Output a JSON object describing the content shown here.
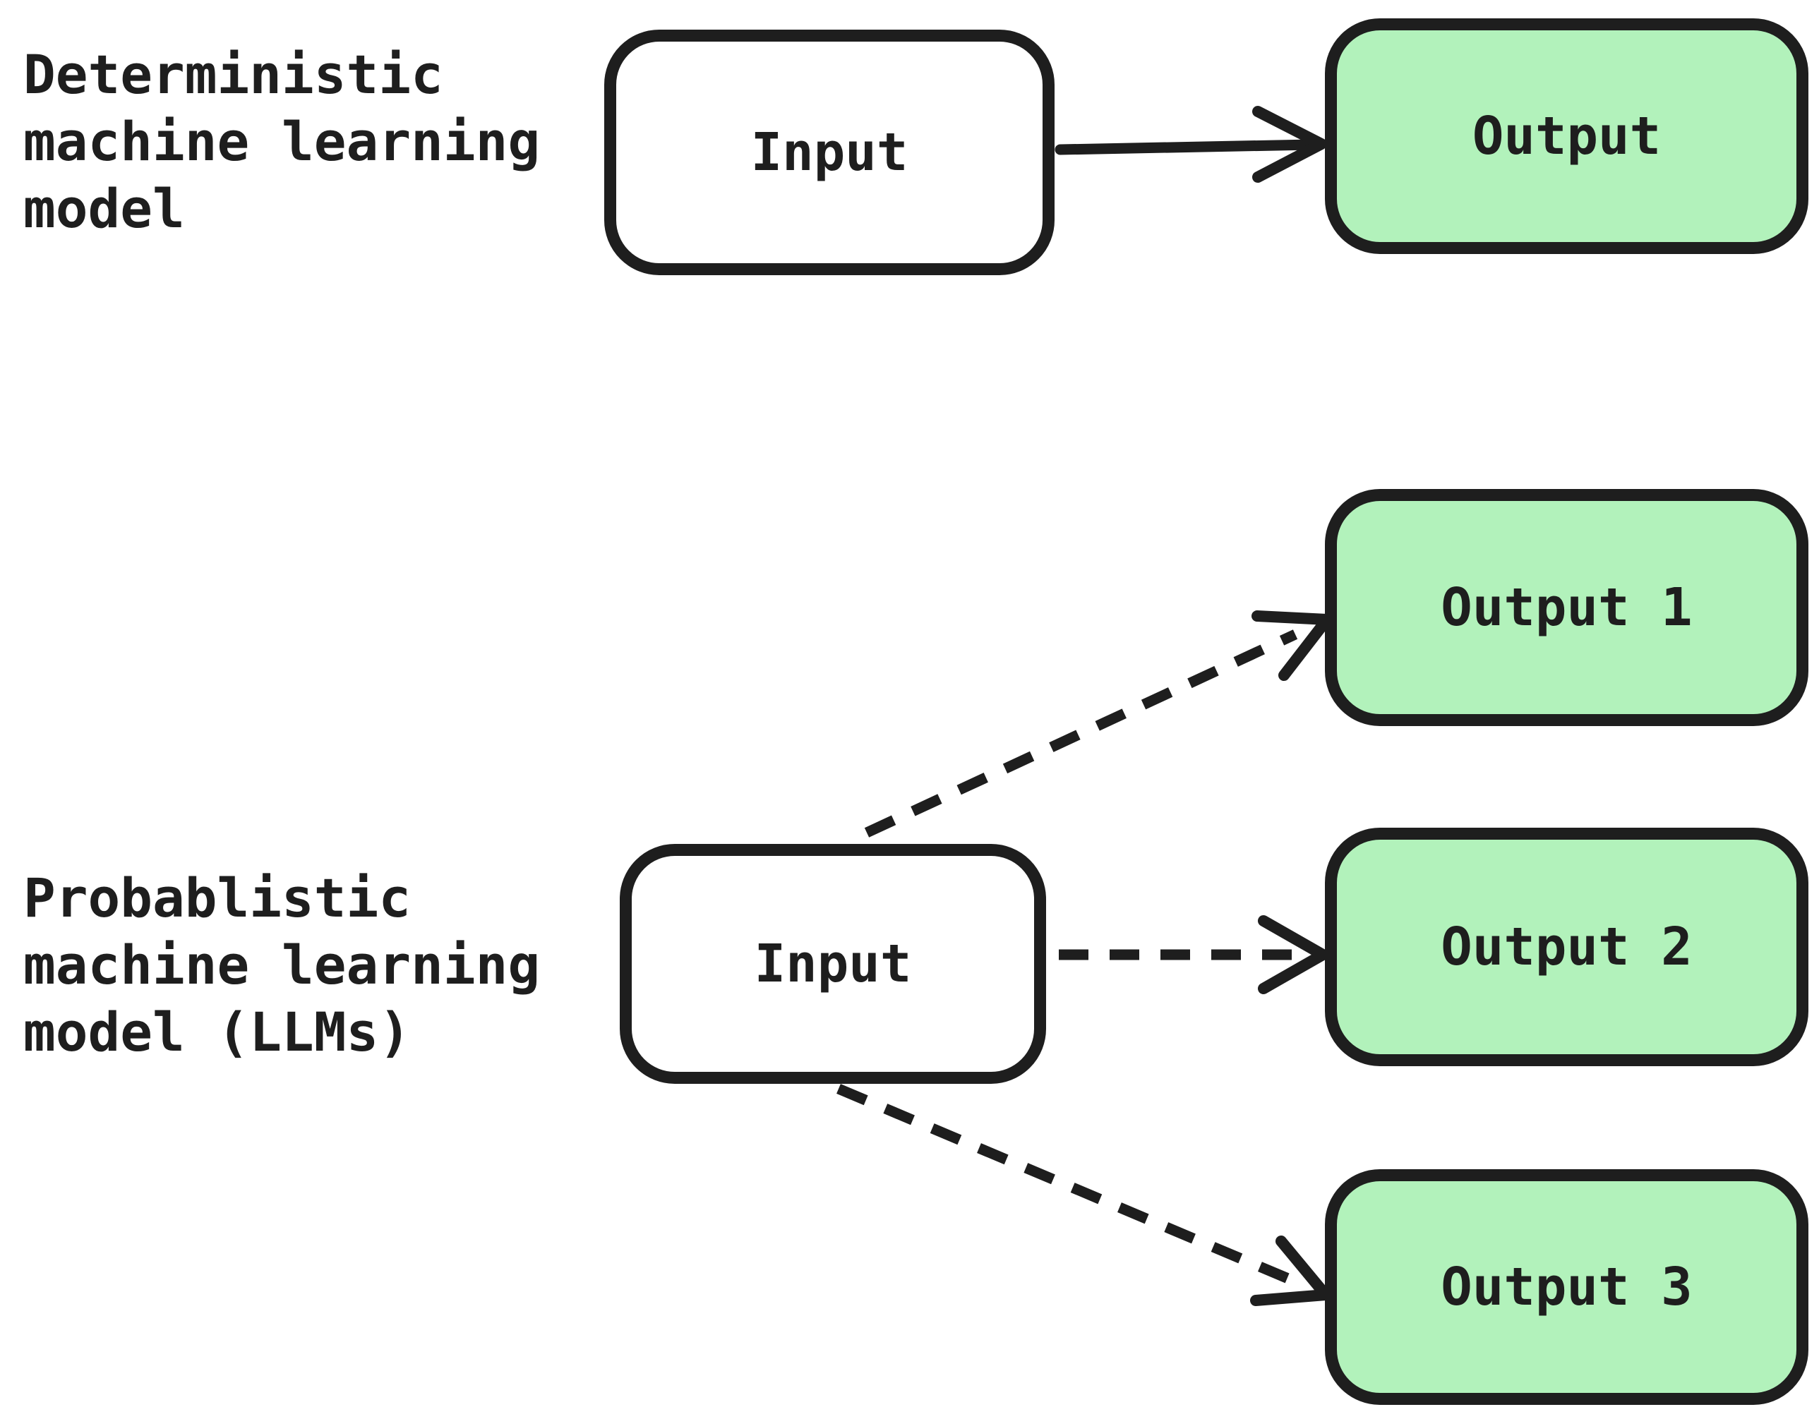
{
  "colors": {
    "background": "#ffffff",
    "stroke": "#1e1e1e",
    "fill_green": "#b2f2bb",
    "fill_white": "#ffffff"
  },
  "sections": {
    "deterministic": {
      "label_lines": [
        "Deterministic",
        "machine learning",
        "model"
      ],
      "input_label": "Input",
      "output_label": "Output"
    },
    "probabilistic": {
      "label_lines": [
        "Probablistic",
        "machine learning",
        "model (LLMs)"
      ],
      "input_label": "Input",
      "output_labels": [
        "Output 1",
        "Output 2",
        "Output 3"
      ]
    }
  }
}
